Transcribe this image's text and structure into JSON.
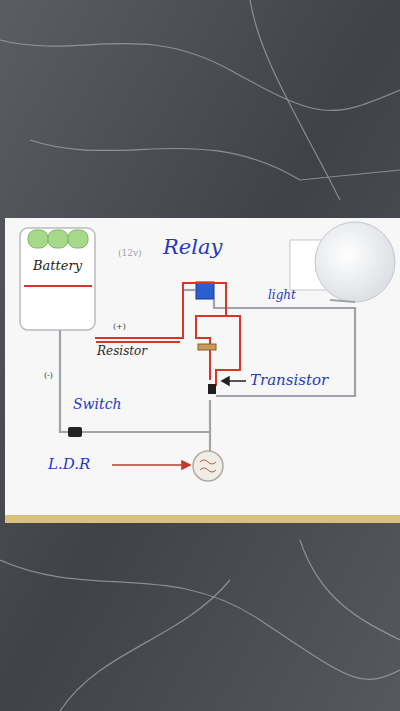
{
  "diagram": {
    "nodes": [
      {
        "text": [
          "Battery"
        ]
      }
    ],
    "labels": [
      "(12v)",
      "Relay",
      "light",
      "(+)",
      "Resistor",
      "(-)",
      "Transistor",
      "Switch",
      "L.D.R"
    ]
  }
}
